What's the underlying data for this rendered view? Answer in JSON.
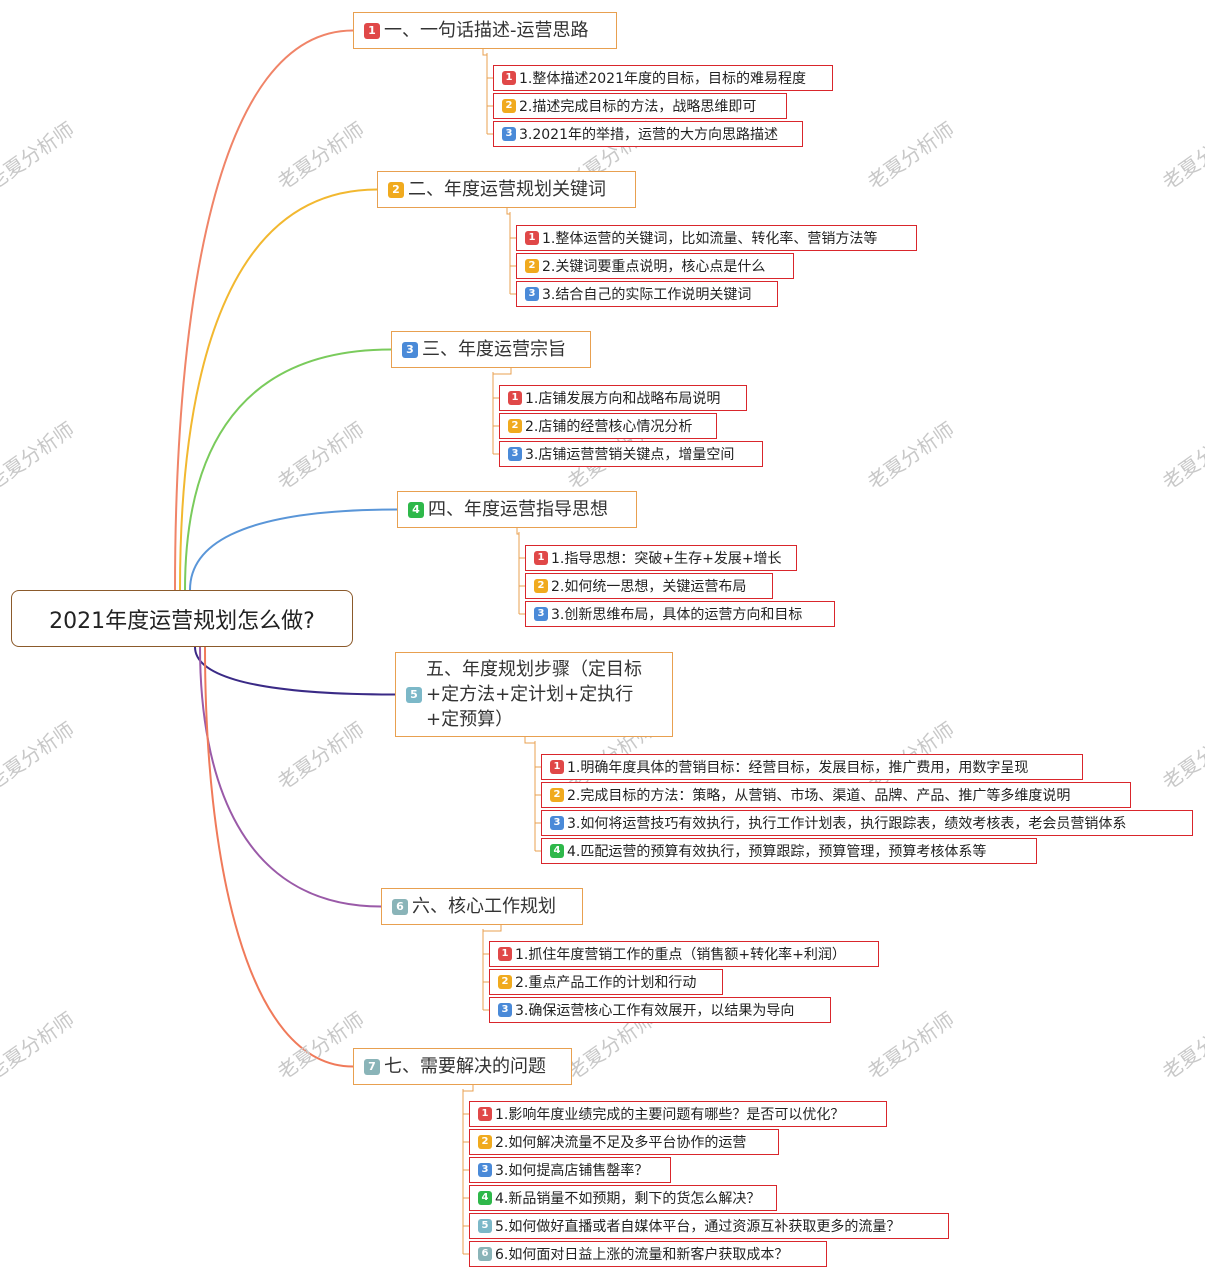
{
  "central": "2021年度运营规划怎么做?",
  "watermark": "老夏分析师",
  "badge_colors": {
    "1": "#e04848",
    "2": "#f0aa1e",
    "3": "#4a8ad8",
    "4": "#2eb84a",
    "5": "#7cb8c8",
    "6": "#8ab4b8",
    "7": "#8ab4b8"
  },
  "branch_colors": [
    "#f08468",
    "#f2b830",
    "#7acb5c",
    "#5a96d8",
    "#3a2a86",
    "#9a5aa8",
    "#f07a5a"
  ],
  "topics": [
    {
      "badge": "1",
      "label": "一、一句话描述-运营思路",
      "items": [
        {
          "badge": "1",
          "text": "1.整体描述2021年度的目标，目标的难易程度"
        },
        {
          "badge": "2",
          "text": "2.描述完成目标的方法，战略思维即可"
        },
        {
          "badge": "3",
          "text": "3.2021年的举措，运营的大方向思路描述"
        }
      ]
    },
    {
      "badge": "2",
      "label": "二、年度运营规划关键词",
      "items": [
        {
          "badge": "1",
          "text": "1.整体运营的关键词，比如流量、转化率、营销方法等"
        },
        {
          "badge": "2",
          "text": "2.关键词要重点说明，核心点是什么"
        },
        {
          "badge": "3",
          "text": "3.结合自己的实际工作说明关键词"
        }
      ]
    },
    {
      "badge": "3",
      "label": "三、年度运营宗旨",
      "items": [
        {
          "badge": "1",
          "text": "1.店铺发展方向和战略布局说明"
        },
        {
          "badge": "2",
          "text": "2.店铺的经营核心情况分析"
        },
        {
          "badge": "3",
          "text": "3.店铺运营营销关键点，增量空间"
        }
      ]
    },
    {
      "badge": "4",
      "label": "四、年度运营指导思想",
      "items": [
        {
          "badge": "1",
          "text": "1.指导思想：突破+生存+发展+增长"
        },
        {
          "badge": "2",
          "text": "2.如何统一思想，关键运营布局"
        },
        {
          "badge": "3",
          "text": "3.创新思维布局，具体的运营方向和目标"
        }
      ]
    },
    {
      "badge": "5",
      "label": "五、年度规划步骤（定目标+定方法+定计划+定执行+定预算）",
      "items": [
        {
          "badge": "1",
          "text": "1.明确年度具体的营销目标：经营目标，发展目标，推广费用，用数字呈现"
        },
        {
          "badge": "2",
          "text": "2.完成目标的方法：策略，从营销、市场、渠道、品牌、产品、推广等多维度说明"
        },
        {
          "badge": "3",
          "text": "3.如何将运营技巧有效执行，执行工作计划表，执行跟踪表，绩效考核表，老会员营销体系"
        },
        {
          "badge": "4",
          "text": "4.匹配运营的预算有效执行，预算跟踪，预算管理，预算考核体系等"
        }
      ]
    },
    {
      "badge": "6",
      "label": "六、核心工作规划",
      "items": [
        {
          "badge": "1",
          "text": "1.抓住年度营销工作的重点（销售额+转化率+利润）"
        },
        {
          "badge": "2",
          "text": "2.重点产品工作的计划和行动"
        },
        {
          "badge": "3",
          "text": "3.确保运营核心工作有效展开，以结果为导向"
        }
      ]
    },
    {
      "badge": "7",
      "label": "七、需要解决的问题",
      "items": [
        {
          "badge": "1",
          "text": "1.影响年度业绩完成的主要问题有哪些？是否可以优化？"
        },
        {
          "badge": "2",
          "text": "2.如何解决流量不足及多平台协作的运营"
        },
        {
          "badge": "3",
          "text": "3.如何提高店铺售罄率？"
        },
        {
          "badge": "4",
          "text": "4.新品销量不如预期，剩下的货怎么解决？"
        },
        {
          "badge": "5",
          "text": "5.如何做好直播或者自媒体平台，通过资源互补获取更多的流量？"
        },
        {
          "badge": "6",
          "text": "6.如何面对日益上涨的流量和新客户获取成本？"
        }
      ]
    }
  ]
}
